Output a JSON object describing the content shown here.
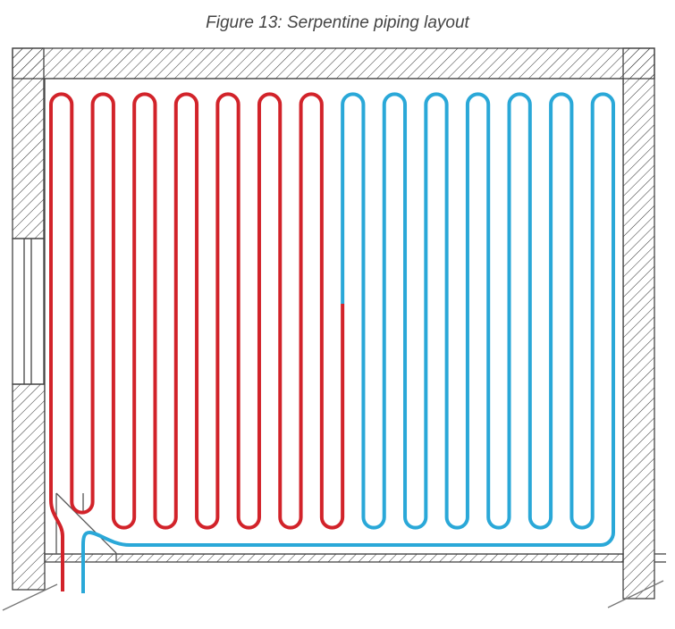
{
  "caption": "Figure 13: Serpentine piping layout",
  "colors": {
    "supply": "#d2232a",
    "return": "#2aa8d8",
    "wall": "#444444"
  },
  "layout": {
    "columns": 28,
    "red_columns_before_switch": 14
  }
}
